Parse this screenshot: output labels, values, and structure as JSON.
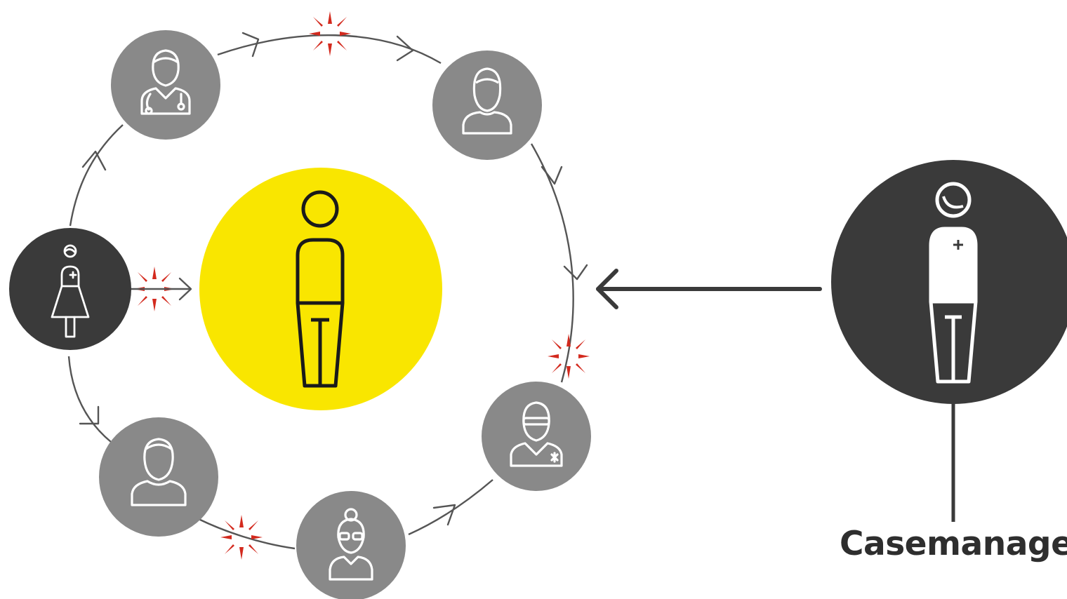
{
  "diagram": {
    "case_manager_label": "Casemanager",
    "colors": {
      "client": "#f9e600",
      "care_provider": "#898989",
      "coordinator": "#3a3a3a",
      "line": "#555555",
      "disruption": "#d32a1e",
      "label_text": "#2e2e2e"
    },
    "nodes": [
      {
        "id": "client",
        "icon": "person-icon"
      },
      {
        "id": "doctor",
        "icon": "doctor-icon"
      },
      {
        "id": "woman",
        "icon": "woman-icon"
      },
      {
        "id": "paramedic",
        "icon": "paramedic-icon"
      },
      {
        "id": "elderly-woman",
        "icon": "elderly-woman-icon"
      },
      {
        "id": "man",
        "icon": "man-icon"
      },
      {
        "id": "nurse",
        "icon": "nurse-icon"
      },
      {
        "id": "case-manager",
        "icon": "case-manager-icon"
      }
    ],
    "disruption_icon": "burst-icon"
  }
}
